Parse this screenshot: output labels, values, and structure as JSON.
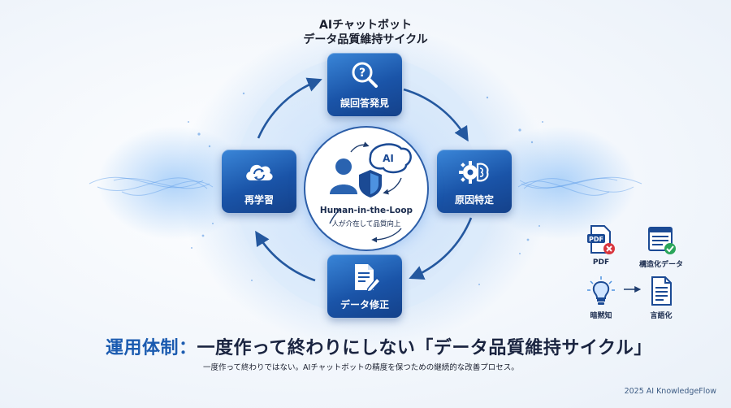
{
  "title": {
    "line1": "AIチャットボット",
    "line2": "データ品質維持サイクル"
  },
  "cycle": {
    "top": {
      "label": "誤回答発見",
      "icon": "magnifier-question-icon"
    },
    "right": {
      "label": "原因特定",
      "icon": "gear-brain-icon"
    },
    "bottom": {
      "label": "データ修正",
      "icon": "document-pencil-icon"
    },
    "left": {
      "label": "再学習",
      "icon": "cloud-sync-icon"
    }
  },
  "center": {
    "ai_badge": "AI",
    "title": "Human-in-the-Loop",
    "subtitle": "人が介在して品質向上"
  },
  "legend": {
    "pdf": {
      "badge": "PDF",
      "caption": "PDF"
    },
    "structured": {
      "caption": "構造化データ"
    },
    "tacit": {
      "caption": "暗黙知"
    },
    "verbal": {
      "caption": "言語化"
    }
  },
  "headline": {
    "prefix": "運用体制：",
    "main": "一度作って終わりにしない「データ品質維持サイクル」"
  },
  "subline": "一度作って終わりではない。AIチャットボットの精度を保つための継続的な改善プロセス。",
  "footer": "2025 AI KnowledgeFlow",
  "colors": {
    "accent": "#1b5bb0",
    "node": "#1a54a8",
    "glow": "#7fb6f0"
  }
}
